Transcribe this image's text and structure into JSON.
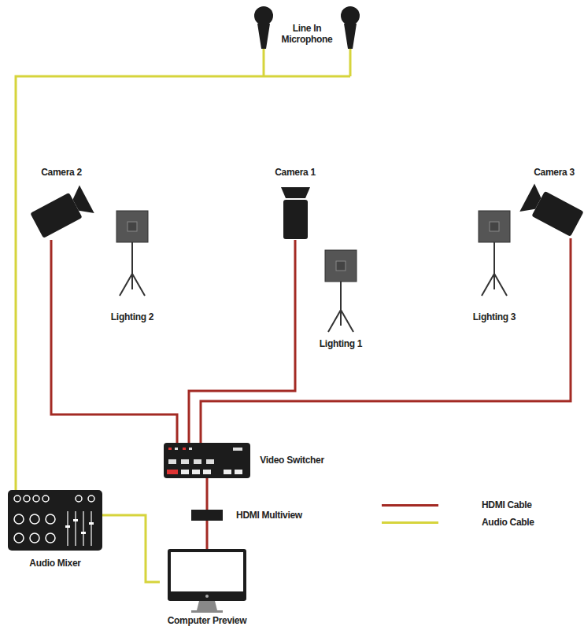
{
  "diagram": {
    "nodes": [
      {
        "text": [
          "Line In Microphone"
        ]
      },
      {
        "text": [
          "Camera 2"
        ]
      },
      {
        "text": [
          "Camera 1"
        ]
      },
      {
        "text": [
          "Camera 3"
        ]
      },
      {
        "text": [
          "Lighting 2"
        ]
      },
      {
        "text": [
          "Lighting 1"
        ]
      },
      {
        "text": [
          "Lighting 3"
        ]
      },
      {
        "text": [
          "Video Switcher"
        ]
      },
      {
        "text": [
          "HDMI Multiview"
        ]
      },
      {
        "text": [
          "Audio Mixer"
        ]
      },
      {
        "text": [
          "Computer Preview"
        ]
      }
    ],
    "edges": [
      {
        "from": 0,
        "to": 9,
        "arrow": "none"
      },
      {
        "from": 1,
        "to": 7,
        "arrow": "none"
      },
      {
        "from": 2,
        "to": 7,
        "arrow": "none"
      },
      {
        "from": 3,
        "to": 7,
        "arrow": "none"
      },
      {
        "from": 7,
        "to": 8,
        "arrow": "none"
      },
      {
        "from": 8,
        "to": 10,
        "arrow": "none"
      },
      {
        "from": 9,
        "to": 10,
        "arrow": "none"
      }
    ],
    "legend": [
      {
        "text": "HDMI Cable",
        "color": "#a32a24"
      },
      {
        "text": "Audio Cable",
        "color": "#d6d43c"
      }
    ]
  }
}
